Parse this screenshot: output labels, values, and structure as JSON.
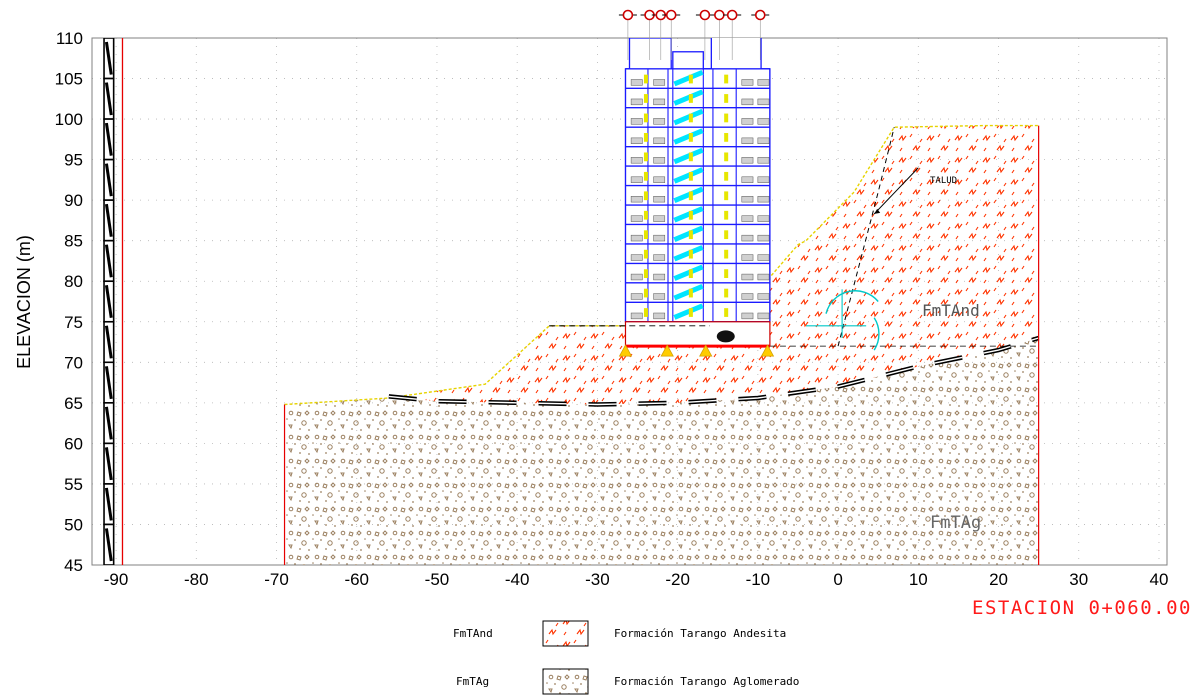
{
  "chart_data": {
    "type": "diagram",
    "ylabel": "ELEVACION (m)",
    "x_ticks": [
      -90,
      -80,
      -70,
      -60,
      -50,
      -40,
      -30,
      -20,
      -10,
      0,
      10,
      20,
      30,
      40
    ],
    "y_ticks": [
      45,
      50,
      55,
      60,
      65,
      70,
      75,
      80,
      85,
      90,
      95,
      100,
      105,
      110
    ],
    "xlim": [
      -93,
      41
    ],
    "ylim": [
      45,
      110
    ],
    "station_label": "ESTACION  0+060.00",
    "annotations": {
      "talud": "TALUD",
      "unit_upper": "FmTAnd",
      "unit_lower": "FmTAg"
    },
    "ground_surface": [
      [
        -69,
        64.8
      ],
      [
        -56,
        65.6
      ],
      [
        -44,
        67.3
      ],
      [
        -36,
        74.5
      ],
      [
        -27,
        74.5
      ],
      [
        -8.5,
        74.5
      ],
      [
        -8.5,
        80.5
      ],
      [
        -5,
        84.5
      ],
      [
        -4,
        85
      ],
      [
        2,
        91
      ],
      [
        7,
        99
      ],
      [
        18,
        99.2
      ],
      [
        25,
        99.2
      ]
    ],
    "contact_line": [
      [
        -56,
        65.8
      ],
      [
        -50,
        65.2
      ],
      [
        -40,
        65
      ],
      [
        -30,
        64.8
      ],
      [
        -20,
        65
      ],
      [
        -10,
        65.6
      ],
      [
        0,
        67
      ],
      [
        10,
        69.5
      ],
      [
        20,
        71.5
      ],
      [
        25,
        73
      ]
    ],
    "building": {
      "x_min": -26.5,
      "x_max": -8.5,
      "base": 72,
      "top": 110,
      "floors": 14
    },
    "column_grid_axes": 8
  },
  "legend": [
    {
      "code": "FmTAnd",
      "desc": "Formación Tarango Andesita",
      "color": "#ff3300"
    },
    {
      "code": "FmTAg",
      "desc": "Formación Tarango Aglomerado",
      "color": "#9b8060"
    }
  ],
  "colors": {
    "andesite": "#ff3300",
    "agglomerate": "#9b8060",
    "structure": "#1a1aff",
    "stairs": "#00e5ff",
    "section_line": "#e60000",
    "slope_surface": "#e6d300"
  }
}
